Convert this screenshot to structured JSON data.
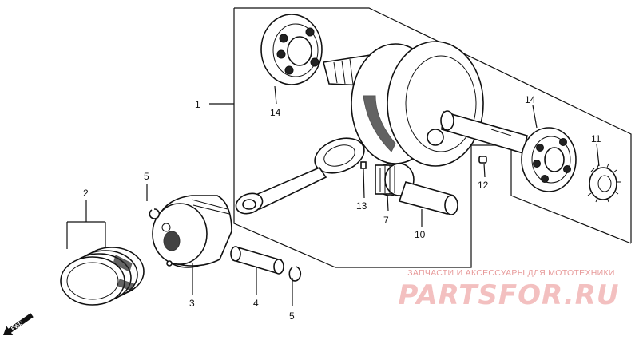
{
  "diagram": {
    "callouts": {
      "c1": "1",
      "c2": "2",
      "c3": "3",
      "c4": "4",
      "c5a": "5",
      "c5b": "5",
      "c7": "7",
      "c10": "10",
      "c11": "11",
      "c12": "12",
      "c13": "13",
      "c14a": "14",
      "c14b": "14"
    },
    "direction_label": "FWD"
  },
  "watermark": {
    "subtitle": "ЗАПЧАСТИ И АКСЕССУАРЫ ДЛЯ МОТОТЕХНИКИ",
    "brand": "PARTSFOR.RU"
  }
}
